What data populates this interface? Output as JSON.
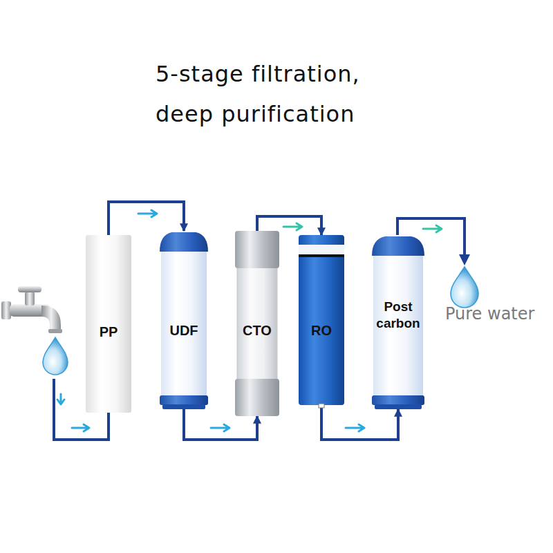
{
  "diagram": {
    "title": "5-stage filtration, deep purification",
    "nodes": [
      {
        "text": [
          "PP"
        ]
      },
      {
        "text": [
          "UDF"
        ]
      },
      {
        "text": [
          "CTO"
        ]
      },
      {
        "text": [
          "RO"
        ]
      },
      {
        "text": [
          "Post carbon"
        ]
      }
    ],
    "edges": [
      {
        "from": 0,
        "to": 1,
        "arrow": "to"
      },
      {
        "from": 1,
        "to": 2,
        "arrow": "to"
      },
      {
        "from": 2,
        "to": 3,
        "arrow": "to"
      },
      {
        "from": 3,
        "to": 4,
        "arrow": "to"
      }
    ],
    "labels": [
      "Pure water"
    ]
  }
}
